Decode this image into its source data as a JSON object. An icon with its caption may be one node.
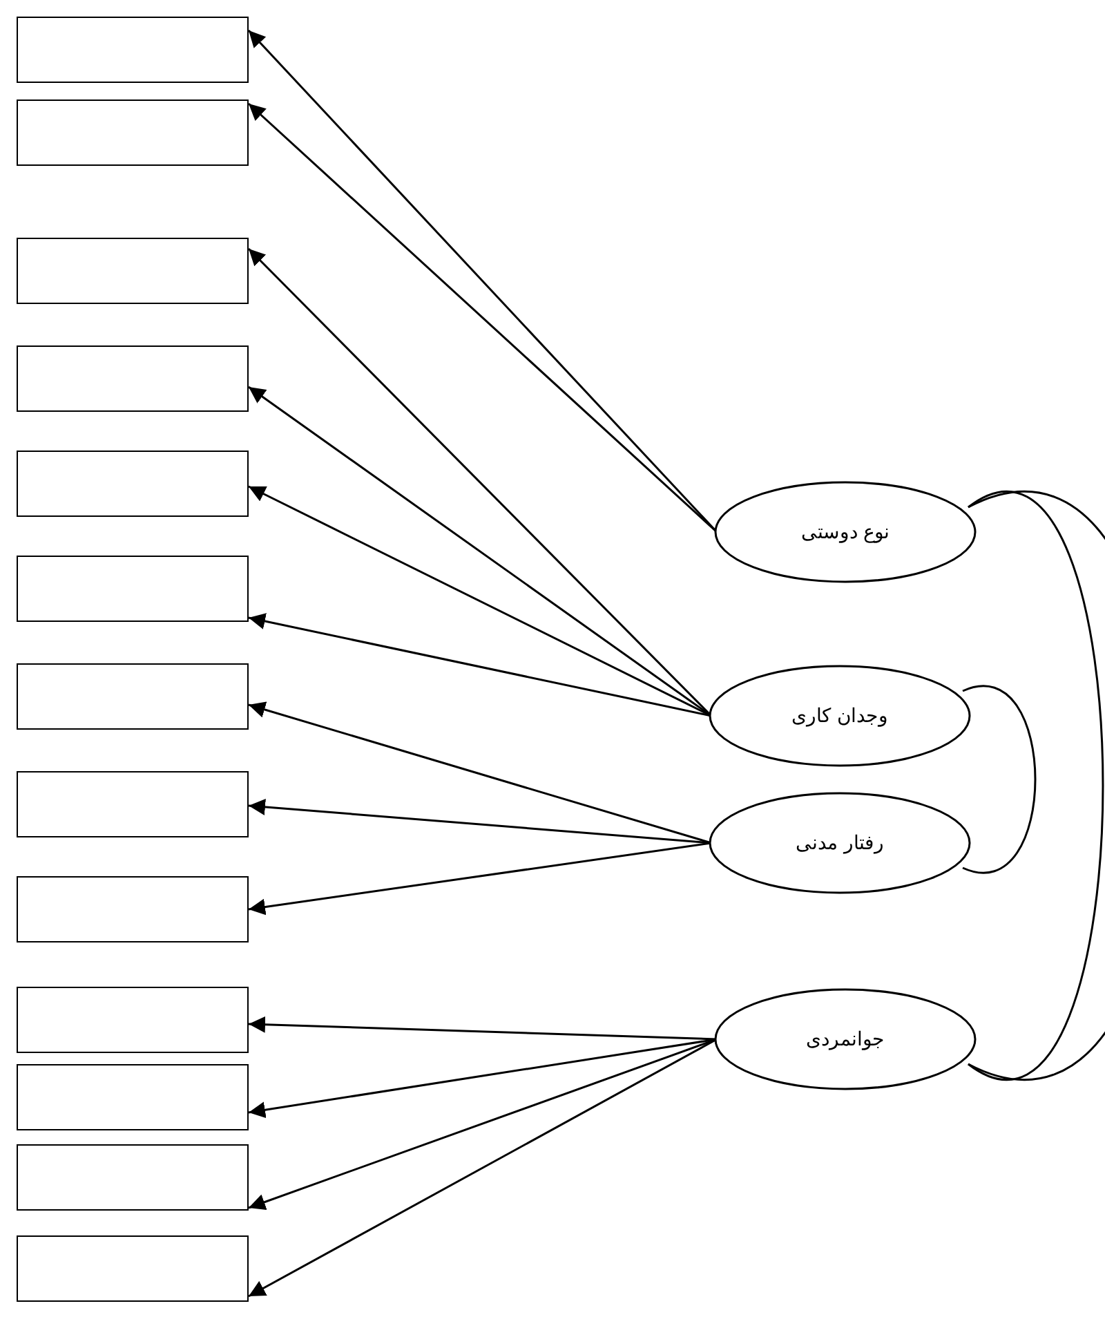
{
  "diagram": {
    "nodes": [
      {
        "text": [],
        "shape": "box"
      },
      {
        "text": [],
        "shape": "box"
      },
      {
        "text": [],
        "shape": "box"
      },
      {
        "text": [],
        "shape": "box"
      },
      {
        "text": [],
        "shape": "box"
      },
      {
        "text": [],
        "shape": "box"
      },
      {
        "text": [],
        "shape": "box"
      },
      {
        "text": [],
        "shape": "box"
      },
      {
        "text": [],
        "shape": "box"
      },
      {
        "text": [],
        "shape": "box"
      },
      {
        "text": [],
        "shape": "box"
      },
      {
        "text": [],
        "shape": "box"
      },
      {
        "text": [],
        "shape": "box"
      },
      {
        "text": [
          "نوع دوستی"
        ]
      },
      {
        "text": [
          "وجدان کاری"
        ]
      },
      {
        "text": [
          "رفتار مدنی"
        ]
      },
      {
        "text": [
          "جوانمردی"
        ]
      }
    ],
    "edges": [
      {
        "from": 13,
        "to": 0,
        "arrow": "to"
      },
      {
        "from": 13,
        "to": 1,
        "arrow": "to"
      },
      {
        "from": 14,
        "to": 2,
        "arrow": "to"
      },
      {
        "from": 14,
        "to": 3,
        "arrow": "to"
      },
      {
        "from": 14,
        "to": 4,
        "arrow": "to"
      },
      {
        "from": 14,
        "to": 5,
        "arrow": "to"
      },
      {
        "from": 15,
        "to": 6,
        "arrow": "to"
      },
      {
        "from": 15,
        "to": 7,
        "arrow": "to"
      },
      {
        "from": 15,
        "to": 8,
        "arrow": "to"
      },
      {
        "from": 16,
        "to": 9,
        "arrow": "to"
      },
      {
        "from": 16,
        "to": 10,
        "arrow": "to"
      },
      {
        "from": 16,
        "to": 11,
        "arrow": "to"
      },
      {
        "from": 16,
        "to": 12,
        "arrow": "to"
      },
      {
        "from": 13,
        "to": 16,
        "arrow": "none"
      },
      {
        "from": 13,
        "to": 16,
        "arrow": "none"
      },
      {
        "from": 14,
        "to": 15,
        "arrow": "none"
      }
    ]
  }
}
